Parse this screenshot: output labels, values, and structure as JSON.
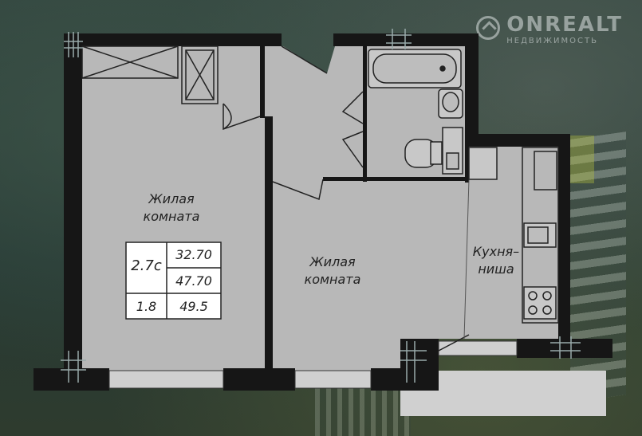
{
  "brand": {
    "name": "ONREALT",
    "tagline": "НЕДВИЖИМОСТЬ"
  },
  "rooms": {
    "living_left": {
      "line1": "Жилая",
      "line2": "комната"
    },
    "living_center": {
      "line1": "Жилая",
      "line2": "комната"
    },
    "kitchen": {
      "line1": "Кухня–",
      "line2": "ниша"
    }
  },
  "area_table": {
    "ceiling": "2.7с",
    "living_area": "32.70",
    "total_area": "47.70",
    "ratio": "1.8",
    "area_with_balcony": "49.5"
  },
  "colors": {
    "room_fill": "#b8b8b8",
    "wall": "#161616",
    "background": "#2b3f3a",
    "balcony_fill": "#d0d0d0"
  },
  "icons": [
    "bathtub-icon",
    "sink-icon",
    "toilet-icon",
    "stove-icon",
    "kitchen-sink-icon",
    "window-icon",
    "column-cross-icon"
  ]
}
